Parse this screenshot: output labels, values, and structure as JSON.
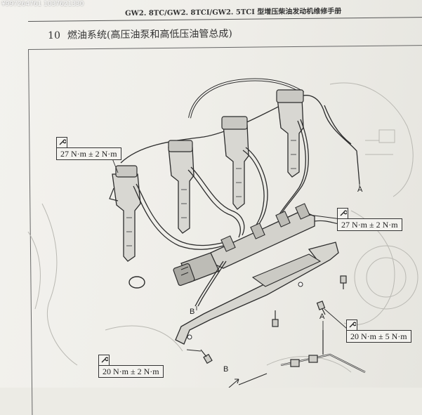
{
  "watermark": "¥997264761 1037621330",
  "header": {
    "title": "GW2. 8TC/GW2. 8TCI/GW2. 5TCI 型增压柴油发动机维修手册"
  },
  "section": {
    "number": "10",
    "title": "燃油系统(高压油泵和高低压油管总成)"
  },
  "torque_callouts": [
    {
      "id": "injector-clamp",
      "icon": "wrench-icon",
      "text": "27 N·m ± 2 N·m"
    },
    {
      "id": "rail-bolts",
      "icon": "wrench-icon",
      "text": "27 N·m ± 2 N·m"
    },
    {
      "id": "bracket-bolt-right",
      "icon": "wrench-icon",
      "text": "20 N·m ± 5 N·m"
    },
    {
      "id": "bracket-bolt-left",
      "icon": "wrench-icon",
      "text": "20 N·m ± 2 N·m"
    }
  ],
  "reference_labels": {
    "a_top": "A",
    "a_mid": "A",
    "b_left": "B",
    "b_bottom": "B"
  }
}
